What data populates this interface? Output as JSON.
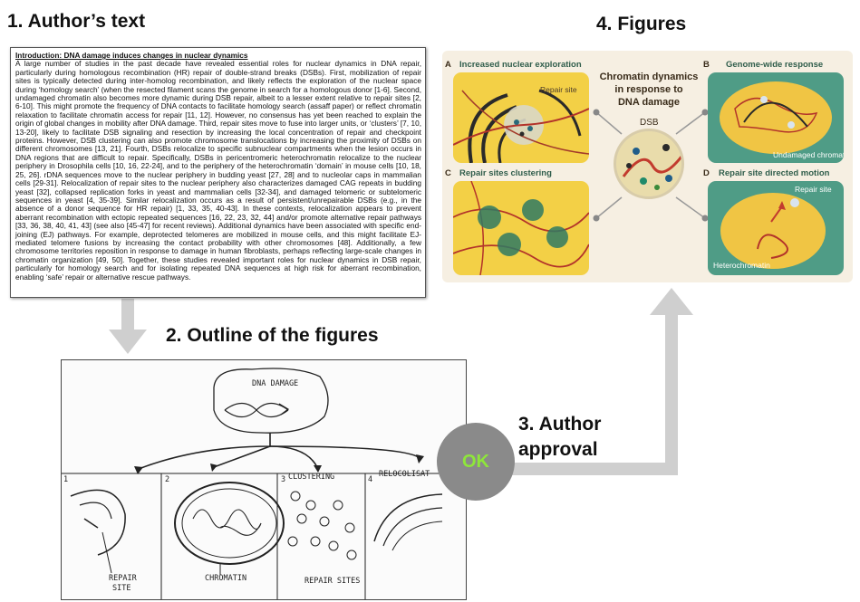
{
  "steps": {
    "s1": "1. Author’s text",
    "s2": "2.  Outline of the figures",
    "s3_line1": "3. Author",
    "s3_line2": "approval",
    "s4": "4. Figures"
  },
  "author_text": {
    "heading": "Introduction: DNA damage induces changes in nuclear dynamics",
    "body": "A large number of studies in the past decade have revealed essential roles for nuclear dynamics in DNA repair, particularly during homologous recombination (HR) repair of double-strand breaks (DSBs). First, mobilization of repair sites is typically detected during inter-homolog recombination, and likely reflects the exploration of the nuclear space during ‘homology search’ (when the resected filament scans the genome in search for a homologous donor [1-6]. Second, undamaged chromatin also becomes more dynamic during DSB repair, albeit to a lesser extent relative to repair sites [2, 6-10]. This might promote the frequency of DNA contacts to facilitate homology search (assaff paper) or reflect chromatin relaxation to facilitate chromatin access for repair [11, 12]. However, no consensus has yet been reached to explain the origin of global changes in mobility after DNA damage. Third, repair sites move to fuse into larger units, or ‘clusters’ [7, 10, 13-20], likely to facilitate DSB signaling and resection by increasing the local concentration of repair and checkpoint proteins. However, DSB clustering can also promote chromosome translocations by increasing the proximity of DSBs on different chromosomes [13, 21]. Fourth, DSBs relocalize to specific subnuclear compartments when the lesion occurs in DNA regions that are difficult to repair. Specifically, DSBs in pericentromeric heterochromatin relocalize to the nuclear periphery in Drosophila cells [10, 16, 22-24], and to the periphery of the heterochromatin ‘domain’ in mouse cells [10, 18, 25, 26]. rDNA sequences move to the nuclear periphery in budding yeast [27, 28] and to nucleolar caps in mammalian cells [29-31]. Relocalization of repair sites to the nuclear periphery also characterizes damaged CAG repeats in budding yeast [32], collapsed replication forks in yeast and mammalian cells [32-34], and damaged telomeric or subtelomeric sequences in yeast [4, 35-39]. Similar relocalization occurs as a result of persistent/unrepairable DSBs (e.g., in the absence of a donor sequence for HR repair) [1, 33, 35, 40-43]. In these contexts, relocalization appears to prevent aberrant recombination with ectopic repeated sequences [16, 22, 23, 32, 44] and/or promote alternative repair pathways [33, 36, 38, 40, 41, 43] (see also [45-47] for recent reviews). Additional dynamics have been associated with specific end-joining (EJ) pathways. For example, deprotected telomeres are mobilized in mouse cells, and this might facilitate EJ-mediated telomere fusions by increasing the contact probability with other chromosomes [48]. Additionally, a few chromosome territories reposition in response to damage in human fibroblasts, perhaps reflecting large-scale changes in chromatin organization [49, 50]. Together, these studies revealed important roles for nuclear dynamics in DSB repair, particularly for homology search and for isolating repeated DNA sequences at high risk for aberrant recombination, enabling ‘safe’ repair or alternative rescue pathways."
  },
  "figure": {
    "center_title_1": "Chromatin dynamics",
    "center_title_2": "in response to",
    "center_title_3": "DNA damage",
    "center_label": "DSB",
    "panels": {
      "a_letter": "A",
      "a_title": "Increased nuclear exploration",
      "a_note": "Repair site",
      "b_letter": "B",
      "b_title": "Genome-wide response",
      "b_note": "Undamaged chromatin",
      "c_letter": "C",
      "c_title": "Repair sites clustering",
      "d_letter": "D",
      "d_title": "Repair site directed motion",
      "d_note1": "Repair site",
      "d_note2": "Heterochromatin"
    },
    "colors": {
      "panel_bg": "#f6efe2",
      "yellow": "#f3cf3a",
      "green": "#5fa37e",
      "dark_green": "#2f6a57"
    }
  },
  "sketch": {
    "top_label": "DNA DAMAGE",
    "n1": "1",
    "n2": "2",
    "n3": "3",
    "n4": "4",
    "label_clustering": "CLUSTERING",
    "label_relocalisation": "RELOCOLISAT",
    "label_repair_site_1": "REPAIR",
    "label_repair_site_2": "SITE",
    "label_chromatin": "CHROMATIN",
    "label_repair_sites": "REPAIR SITES"
  },
  "ok": {
    "label": "OK",
    "circle_color": "#8a8a8a",
    "text_color": "#8ee63a"
  },
  "arrow_color": "#cfcfcf"
}
